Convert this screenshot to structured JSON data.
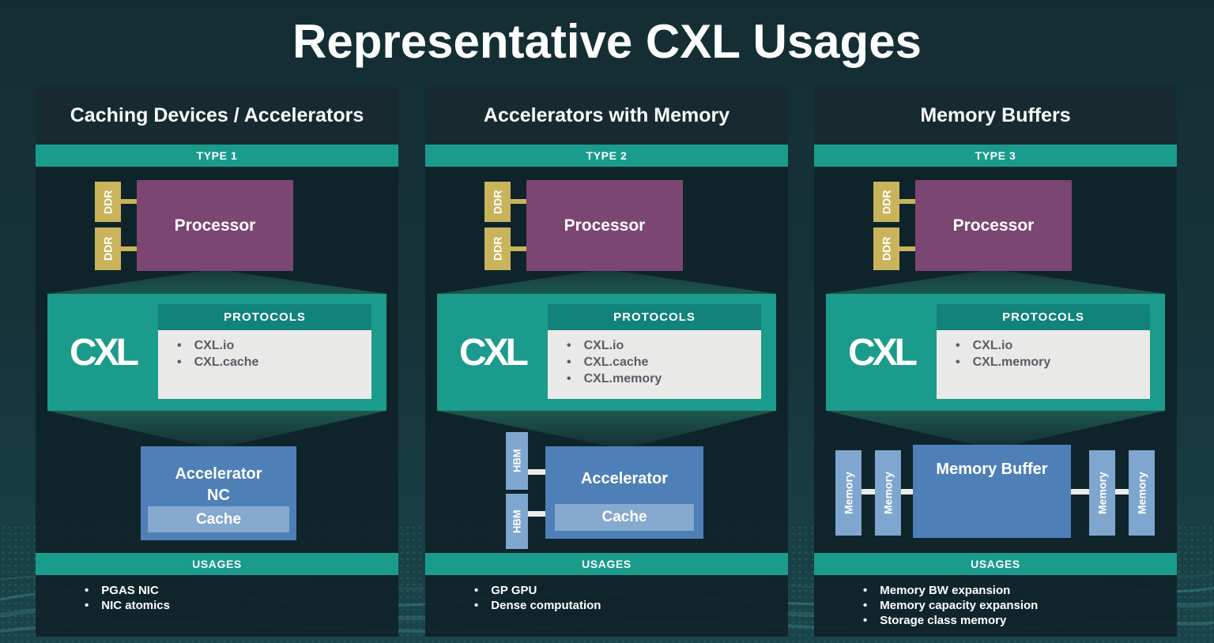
{
  "slide": {
    "title": "Representative CXL Usages"
  },
  "colors": {
    "accent_teal": "#1A9C8C",
    "protocols_header_teal": "#11837A",
    "cxl_box_teal": "#1B9B8B",
    "processor_purple": "#7B4672",
    "ddr_gold": "#C9B45B",
    "device_blue": "#4E80B7",
    "device_blue_light": "#85A9CF",
    "panel_gray": "#E9E9E7",
    "protocol_text_gray": "#5B5B6B"
  },
  "columns": [
    {
      "header": "Caching Devices / Accelerators",
      "type_label": "TYPE 1",
      "ddr": [
        "DDR",
        "DDR"
      ],
      "processor": "Processor",
      "cxl_logo": "CXL",
      "protocols_title": "PROTOCOLS",
      "protocols": [
        "CXL.io",
        "CXL.cache"
      ],
      "device": {
        "title": "Accelerator",
        "subtitle": "NC",
        "cache": "Cache"
      },
      "usages_title": "USAGES",
      "usages": [
        "PGAS NIC",
        "NIC atomics"
      ]
    },
    {
      "header": "Accelerators with Memory",
      "type_label": "TYPE 2",
      "ddr": [
        "DDR",
        "DDR"
      ],
      "processor": "Processor",
      "cxl_logo": "CXL",
      "protocols_title": "PROTOCOLS",
      "protocols": [
        "CXL.io",
        "CXL.cache",
        "CXL.memory"
      ],
      "hbm": [
        "HBM",
        "HBM"
      ],
      "device": {
        "title": "Accelerator",
        "cache": "Cache"
      },
      "usages_title": "USAGES",
      "usages": [
        "GP GPU",
        "Dense computation"
      ]
    },
    {
      "header": "Memory Buffers",
      "type_label": "TYPE 3",
      "ddr": [
        "DDR",
        "DDR"
      ],
      "processor": "Processor",
      "cxl_logo": "CXL",
      "protocols_title": "PROTOCOLS",
      "protocols": [
        "CXL.io",
        "CXL.memory"
      ],
      "memory_left": [
        "Memory",
        "Memory"
      ],
      "memory_right": [
        "Memory",
        "Memory"
      ],
      "device": {
        "title": "Memory Buffer"
      },
      "usages_title": "USAGES",
      "usages": [
        "Memory BW expansion",
        "Memory capacity expansion",
        "Storage class memory"
      ]
    }
  ]
}
